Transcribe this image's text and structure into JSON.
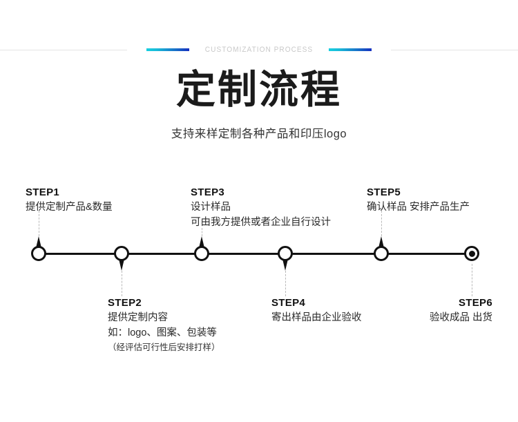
{
  "header": {
    "eyebrow": "CUSTOMIZATION PROCESS",
    "title": "定制流程",
    "subtitle": "支持来样定制各种产品和印压logo",
    "accent_gradient_from": "#17cfe0",
    "accent_gradient_to": "#162fc0",
    "rule_color": "#e4e4e4",
    "eyebrow_color": "#c9c9c9"
  },
  "timeline": {
    "axis_color": "#111111",
    "dash_color": "#b9b9b9",
    "steps": [
      {
        "id": "step1",
        "title": "STEP1",
        "position": "above",
        "marker": "ring-spike-up",
        "lines": [
          "提供定制产品&数量"
        ]
      },
      {
        "id": "step2",
        "title": "STEP2",
        "position": "below",
        "marker": "ring-spike-down",
        "lines": [
          "提供定制内容",
          "如：logo、图案、包装等"
        ],
        "note": "（经评估可行性后安排打样）"
      },
      {
        "id": "step3",
        "title": "STEP3",
        "position": "above",
        "marker": "ring-spike-up",
        "lines": [
          "设计样品",
          "可由我方提供或者企业自行设计"
        ]
      },
      {
        "id": "step4",
        "title": "STEP4",
        "position": "below",
        "marker": "ring-spike-down",
        "lines": [
          "寄出样品由企业验收"
        ]
      },
      {
        "id": "step5",
        "title": "STEP5",
        "position": "above",
        "marker": "ring-spike-up",
        "lines": [
          "确认样品  安排产品生产"
        ]
      },
      {
        "id": "step6",
        "title": "STEP6",
        "position": "below",
        "marker": "ring-filled",
        "lines": [
          "验收成品 出货"
        ]
      }
    ]
  }
}
